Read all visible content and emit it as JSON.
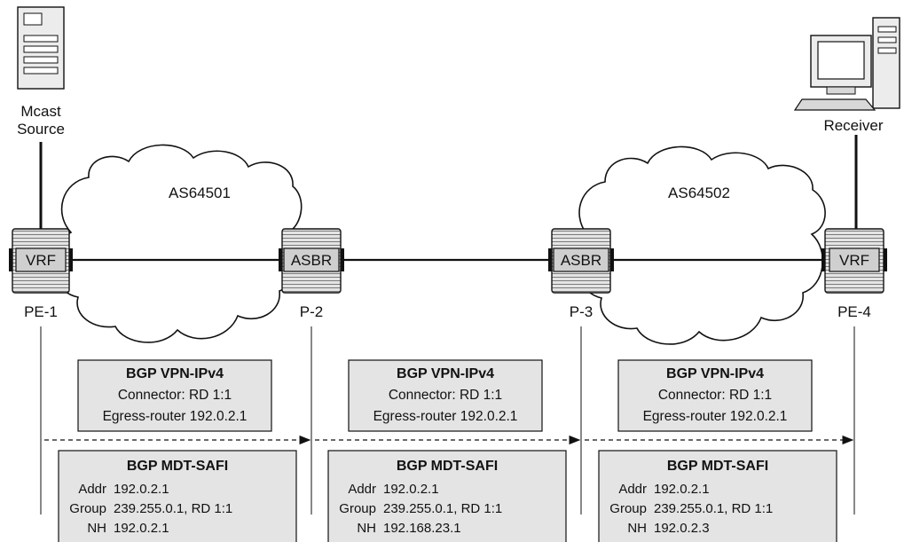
{
  "hosts": {
    "source_label_line1": "Mcast",
    "source_label_line2": "Source",
    "receiver_label": "Receiver"
  },
  "clouds": {
    "left_as": "AS64501",
    "right_as": "AS64502"
  },
  "routers": [
    {
      "id": "pe1",
      "tag": "VRF",
      "label": "PE-1"
    },
    {
      "id": "p2",
      "tag": "ASBR",
      "label": "P-2"
    },
    {
      "id": "p3",
      "tag": "ASBR",
      "label": "P-3"
    },
    {
      "id": "pe4",
      "tag": "VRF",
      "label": "PE-4"
    }
  ],
  "vpn_boxes": [
    {
      "title": "BGP VPN-IPv4",
      "line1": "Connector: RD 1:1",
      "line2": "Egress-router 192.0.2.1"
    },
    {
      "title": "BGP VPN-IPv4",
      "line1": "Connector: RD 1:1",
      "line2": "Egress-router 192.0.2.1"
    },
    {
      "title": "BGP VPN-IPv4",
      "line1": "Connector: RD 1:1",
      "line2": "Egress-router 192.0.2.1"
    }
  ],
  "mdt_boxes": [
    {
      "title": "BGP MDT-SAFI",
      "addr_key": "Addr",
      "addr": "192.0.2.1",
      "group_key": "Group",
      "group": "239.255.0.1, RD 1:1",
      "nh_key": "NH",
      "nh": "192.0.2.1"
    },
    {
      "title": "BGP MDT-SAFI",
      "addr_key": "Addr",
      "addr": "192.0.2.1",
      "group_key": "Group",
      "group": "239.255.0.1, RD 1:1",
      "nh_key": "NH",
      "nh": "192.168.23.1"
    },
    {
      "title": "BGP MDT-SAFI",
      "addr_key": "Addr",
      "addr": "192.0.2.1",
      "group_key": "Group",
      "group": "239.255.0.1, RD 1:1",
      "nh_key": "NH",
      "nh": "192.0.2.3"
    }
  ]
}
